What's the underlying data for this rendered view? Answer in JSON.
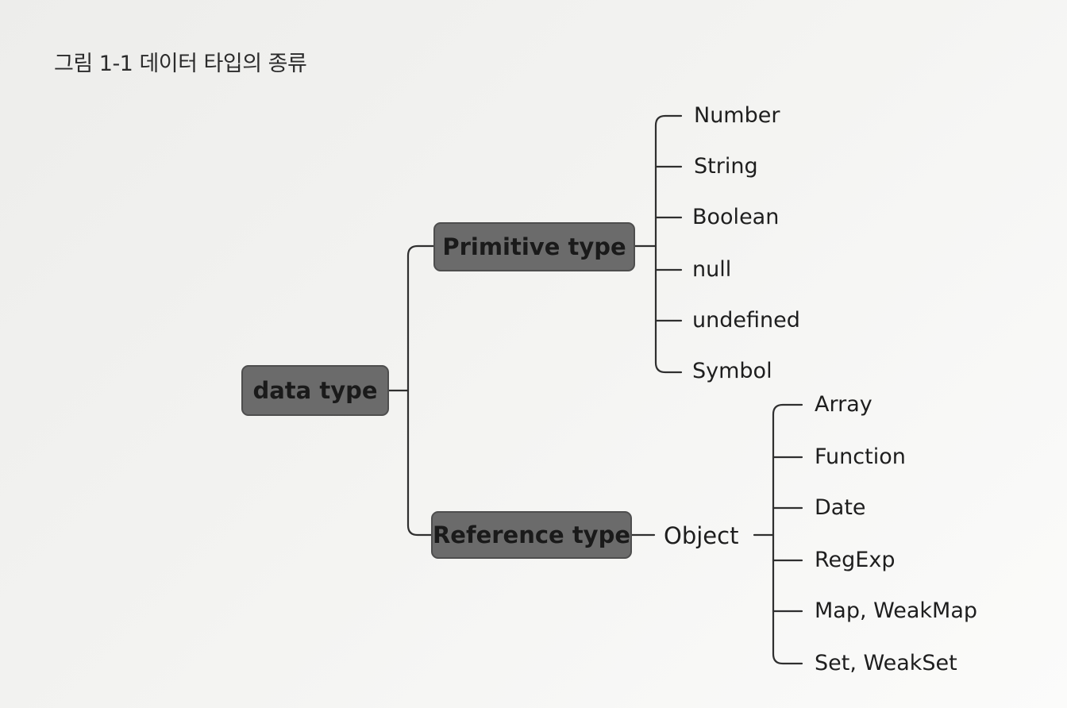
{
  "caption": "그림 1-1 데이터 타입의 종류",
  "root": {
    "label": "data type"
  },
  "primitive": {
    "label": "Primitive type",
    "children": [
      "Number",
      "String",
      "Boolean",
      "null",
      "undefined",
      "Symbol"
    ]
  },
  "reference": {
    "label": "Reference type",
    "object_label": "Object",
    "children": [
      "Array",
      "Function",
      "Date",
      "RegExp",
      "Map, WeakMap",
      "Set, WeakSet"
    ]
  }
}
